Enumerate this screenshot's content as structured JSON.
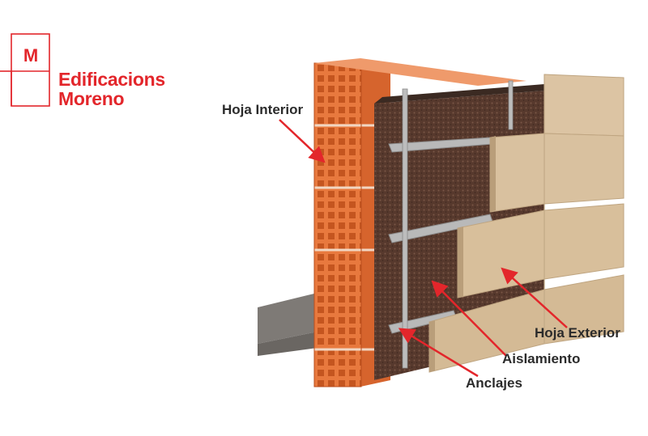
{
  "brand": {
    "initial": "M",
    "name_line1": "Edificacions",
    "name_line2": "Moreno",
    "color": "#e3262b"
  },
  "labels": {
    "inner_leaf": "Hoja Interior",
    "outer_leaf": "Hoja Exterior",
    "insulation": "Aislamiento",
    "anchors": "Anclajes"
  },
  "colors": {
    "brick": "#e8793e",
    "insulation": "#5a3f33",
    "panel": "#d8bf9b",
    "arrow": "#e3262b"
  }
}
